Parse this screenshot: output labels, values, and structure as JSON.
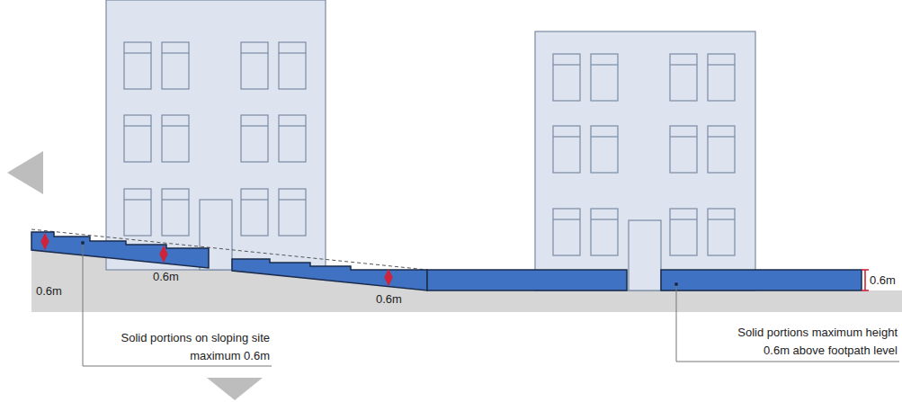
{
  "diagram": {
    "labels": [
      "0.6m",
      "0.6m",
      "0.6m",
      "0.6m",
      "Solid portions on sloping site maximum 0.6m",
      "Solid portions maximum height 0.6m above footpath level"
    ]
  }
}
